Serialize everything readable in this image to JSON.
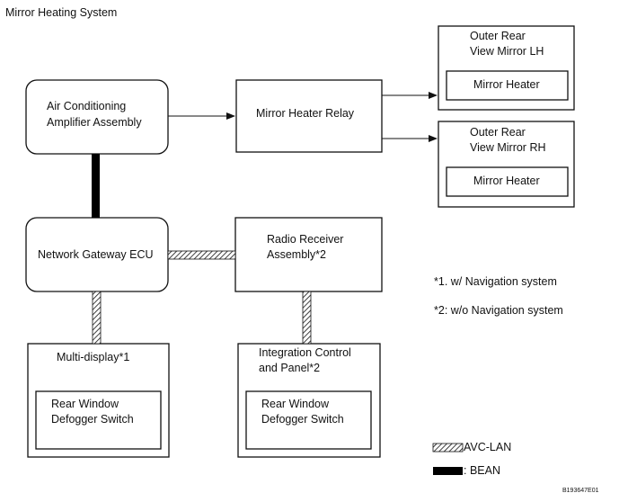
{
  "title": "Mirror Heating System",
  "blocks": {
    "ac_amp": {
      "line1": "Air Conditioning",
      "line2": "Amplifier Assembly"
    },
    "relay": {
      "label": "Mirror Heater Relay"
    },
    "mirror_lh": {
      "line1": "Outer Rear",
      "line2": "View Mirror LH",
      "heater": "Mirror Heater"
    },
    "mirror_rh": {
      "line1": "Outer Rear",
      "line2": "View Mirror RH",
      "heater": "Mirror Heater"
    },
    "gateway": {
      "label": "Network Gateway ECU"
    },
    "radio": {
      "line1": "Radio Receiver",
      "line2": "Assembly*2"
    },
    "multi_display": {
      "label": "Multi-display*1",
      "switch_line1": "Rear Window",
      "switch_line2": "Defogger Switch"
    },
    "integration": {
      "line1": "Integration Control",
      "line2": "and Panel*2",
      "switch_line1": "Rear Window",
      "switch_line2": "Defogger Switch"
    }
  },
  "notes": {
    "note1": "*1. w/ Navigation system",
    "note2": "*2: w/o Navigation system"
  },
  "legend": {
    "avc_lan": "AVC-LAN",
    "bean": ": BEAN"
  },
  "figure_code": "B193647E01",
  "colors": {
    "line": "#111111",
    "bean": "#000000",
    "avc_hatch": "#111111"
  }
}
